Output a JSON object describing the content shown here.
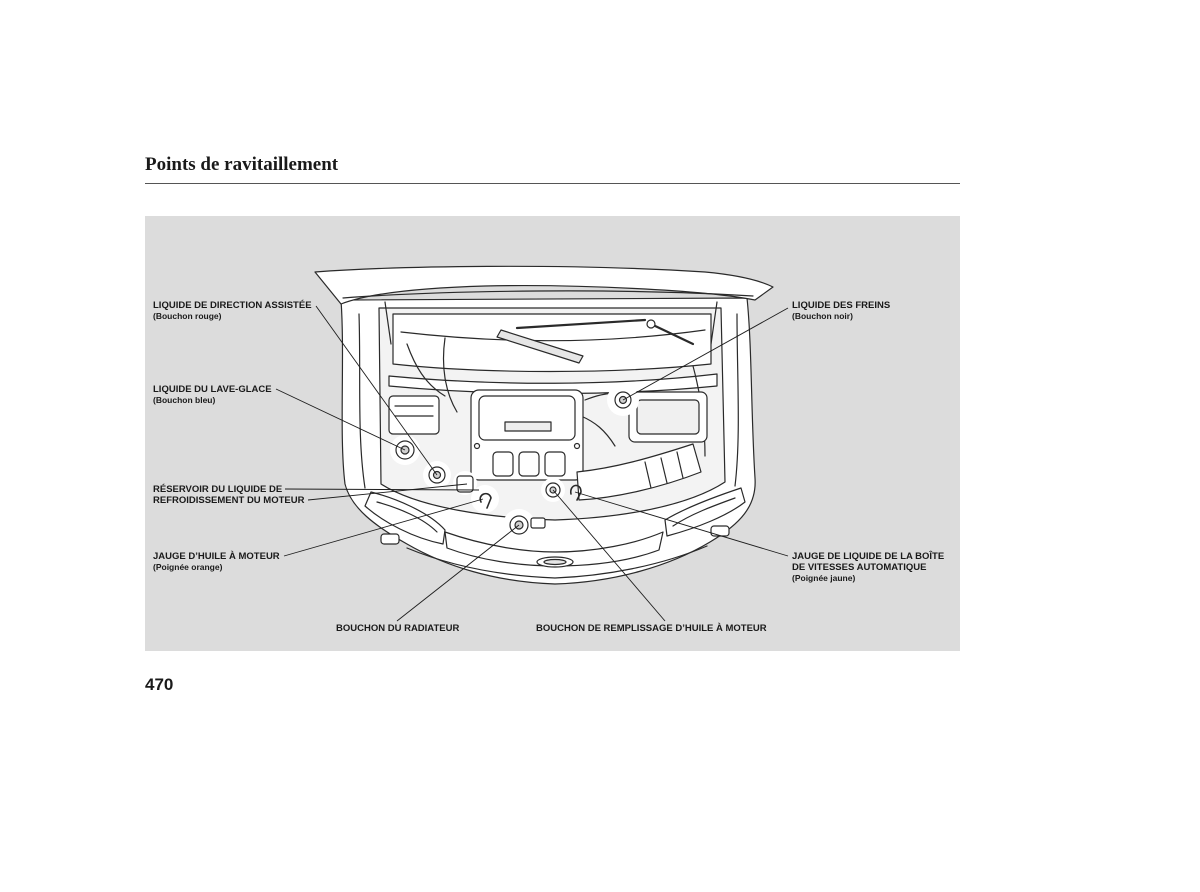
{
  "header": {
    "title": "Points de ravitaillement"
  },
  "figure": {
    "callouts": {
      "power_steering_fluid": {
        "lines": [
          "LIQUIDE DE DIRECTION ASSISTÉE",
          "(Bouchon rouge)"
        ]
      },
      "washer_fluid": {
        "lines": [
          "LIQUIDE DU LAVE-GLACE",
          "(Bouchon bleu)"
        ]
      },
      "coolant_reservoir": {
        "lines": [
          "RÉSERVOIR DU LIQUIDE DE",
          "REFROIDISSEMENT DU MOTEUR"
        ]
      },
      "oil_dipstick": {
        "lines": [
          "JAUGE D’HUILE À MOTEUR",
          "(Poignée orange)"
        ]
      },
      "radiator_cap": {
        "lines": [
          "BOUCHON DU RADIATEUR"
        ]
      },
      "oil_filler_cap": {
        "lines": [
          "BOUCHON DE REMPLISSAGE D’HUILE À MOTEUR"
        ]
      },
      "brake_fluid": {
        "lines": [
          "LIQUIDE DES FREINS",
          "(Bouchon noir)"
        ]
      },
      "atf_dipstick": {
        "lines": [
          "JAUGE DE LIQUIDE DE LA BOÎTE",
          "DE VITESSES AUTOMATIQUE",
          "(Poignée jaune)"
        ]
      }
    }
  },
  "footer": {
    "page_number": "470"
  },
  "colors": {
    "panel": "#dcdcdc",
    "text": "#1a1a1a",
    "line_art": "#2a2a2a",
    "highlight": "#ffffff"
  }
}
